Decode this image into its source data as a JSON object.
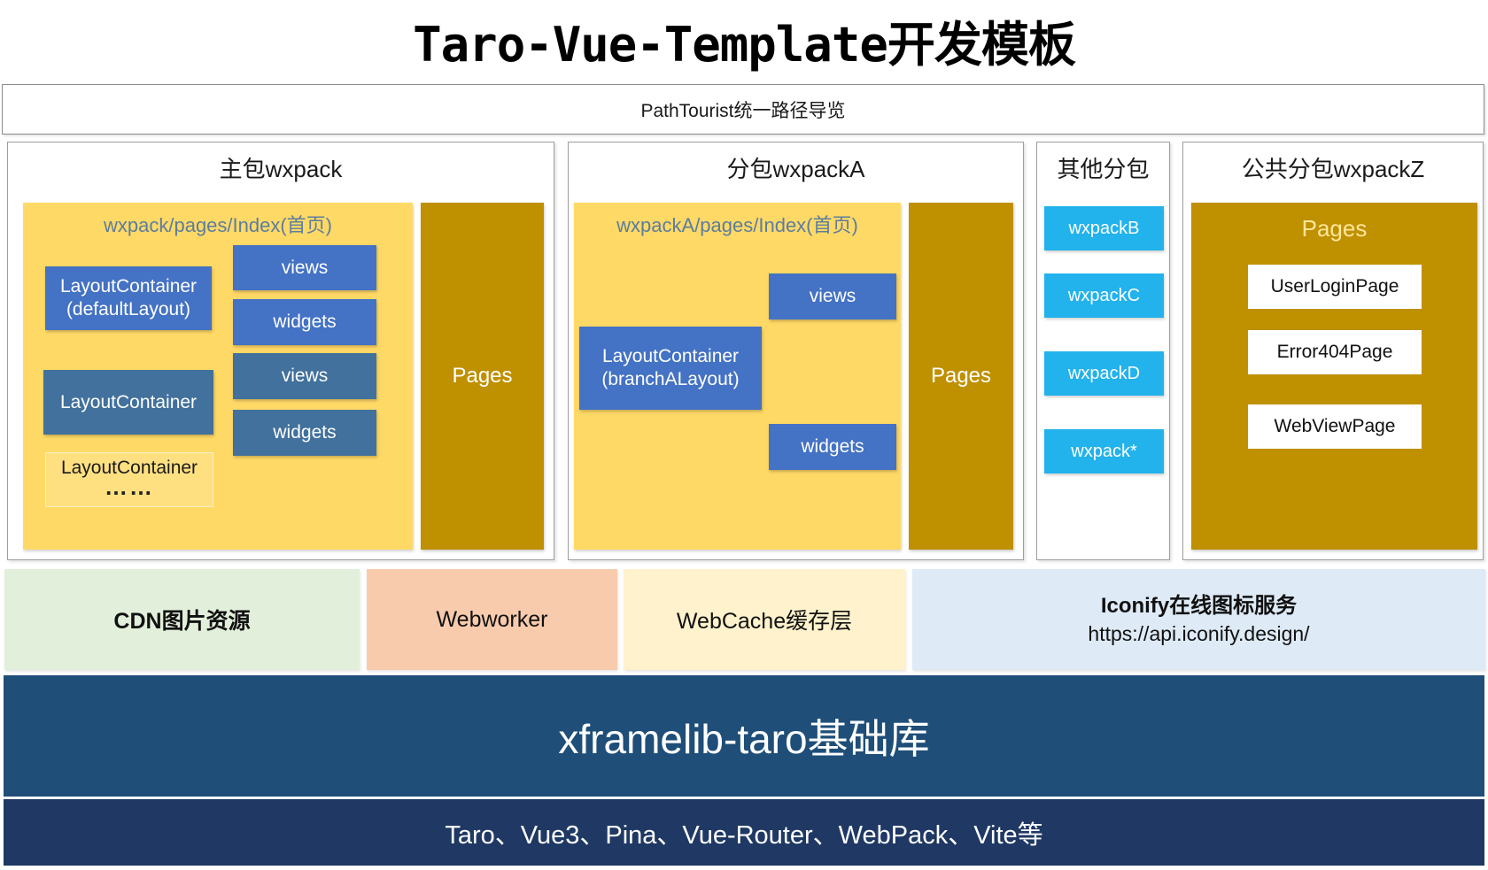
{
  "title": "Taro-Vue-Template开发模板",
  "nav": {
    "label": "PathTourist统一路径导览"
  },
  "main_pack": {
    "title": "主包wxpack",
    "index": {
      "title": "wxpack/pages/Index(首页)",
      "layout_default": "LayoutContainer\n(defaultLayout)",
      "views1": "views",
      "widgets1": "widgets",
      "views2": "views",
      "widgets2": "widgets",
      "layout2": "LayoutContainer",
      "layout3": "LayoutContainer",
      "ellipsis": "……"
    },
    "pages": "Pages"
  },
  "sub_pack_a": {
    "title": "分包wxpackA",
    "index": {
      "title": "wxpackA/pages/Index(首页)",
      "views": "views",
      "layout_branch": "LayoutContainer\n(branchALayout)",
      "widgets": "widgets"
    },
    "pages": "Pages"
  },
  "other_packs": {
    "title": "其他分包",
    "items": [
      "wxpackB",
      "wxpackC",
      "wxpackD",
      "wxpack*"
    ]
  },
  "common_pack": {
    "title": "公共分包wxpackZ",
    "pages": "Pages",
    "items": [
      "UserLoginPage",
      "Error404Page",
      "WebViewPage"
    ]
  },
  "services": {
    "cdn": "CDN图片资源",
    "webworker": "Webworker",
    "webcache": "WebCache缓存层",
    "iconify_title": "Iconify在线图标服务",
    "iconify_url": "https://api.iconify.design/"
  },
  "foundation": {
    "label": "xframelib-taro基础库"
  },
  "stack": {
    "label": "Taro、Vue3、Pina、Vue-Router、WebPack、Vite等"
  },
  "colors": {
    "yellow": "#FFD966",
    "gold": "#BF9000",
    "blue": "#4472C4",
    "steel_blue": "#41719C",
    "cyan": "#22B2EC",
    "light_green": "#E2EFDA",
    "peach": "#F8CBAD",
    "light_yellow": "#FFF2CC",
    "light_blue": "#DEEAF6",
    "dark_blue": "#1F4E79",
    "navy": "#1F3864",
    "index_title_text": "#5D7D9E",
    "gold_pages_text": "#FFE699"
  }
}
